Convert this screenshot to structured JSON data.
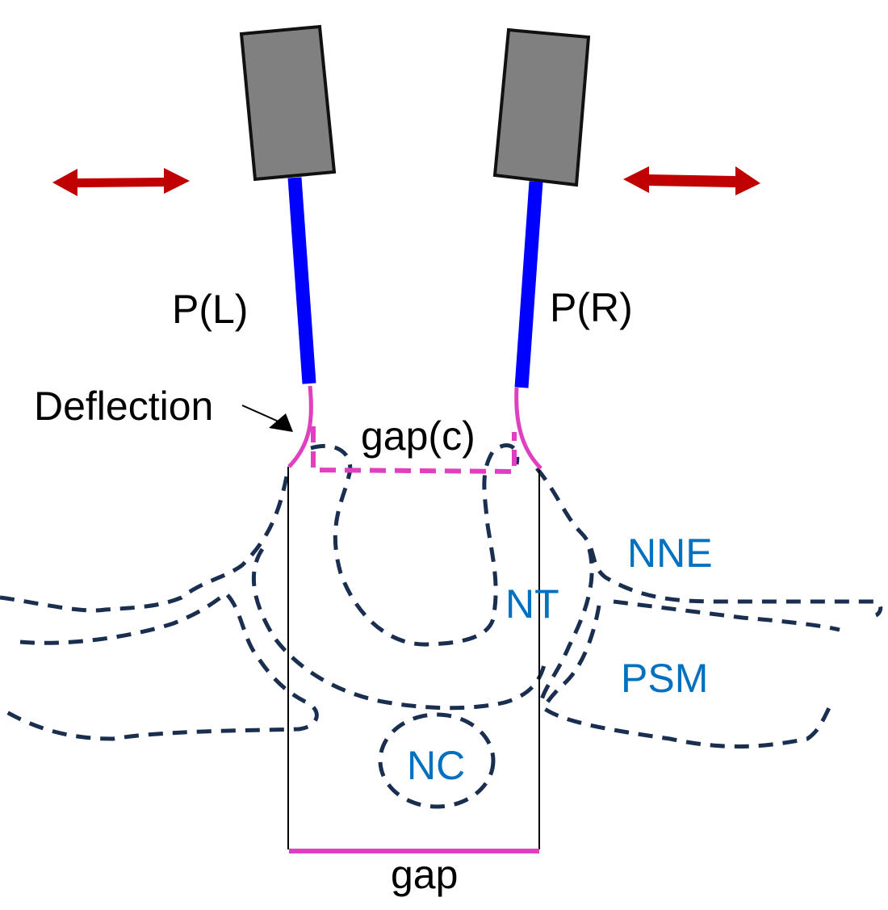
{
  "diagram": {
    "labels": {
      "probe_left": "P(L)",
      "probe_right": "P(R)",
      "deflection": "Deflection",
      "gap_c": "gap(c)",
      "gap": "gap",
      "nne": "NNE",
      "nt": "NT",
      "psm": "PSM",
      "nc": "NC"
    },
    "colors": {
      "probe_body": "#808080",
      "probe_shaft": "#0000ff",
      "tip_and_gap": "#e040c0",
      "arrow": "#c00000",
      "tissue_outline": "#1a2e50",
      "tissue_label": "#0070c0"
    },
    "icons": {
      "left_motion": "double-arrow-horizontal",
      "right_motion": "double-arrow-horizontal"
    }
  }
}
